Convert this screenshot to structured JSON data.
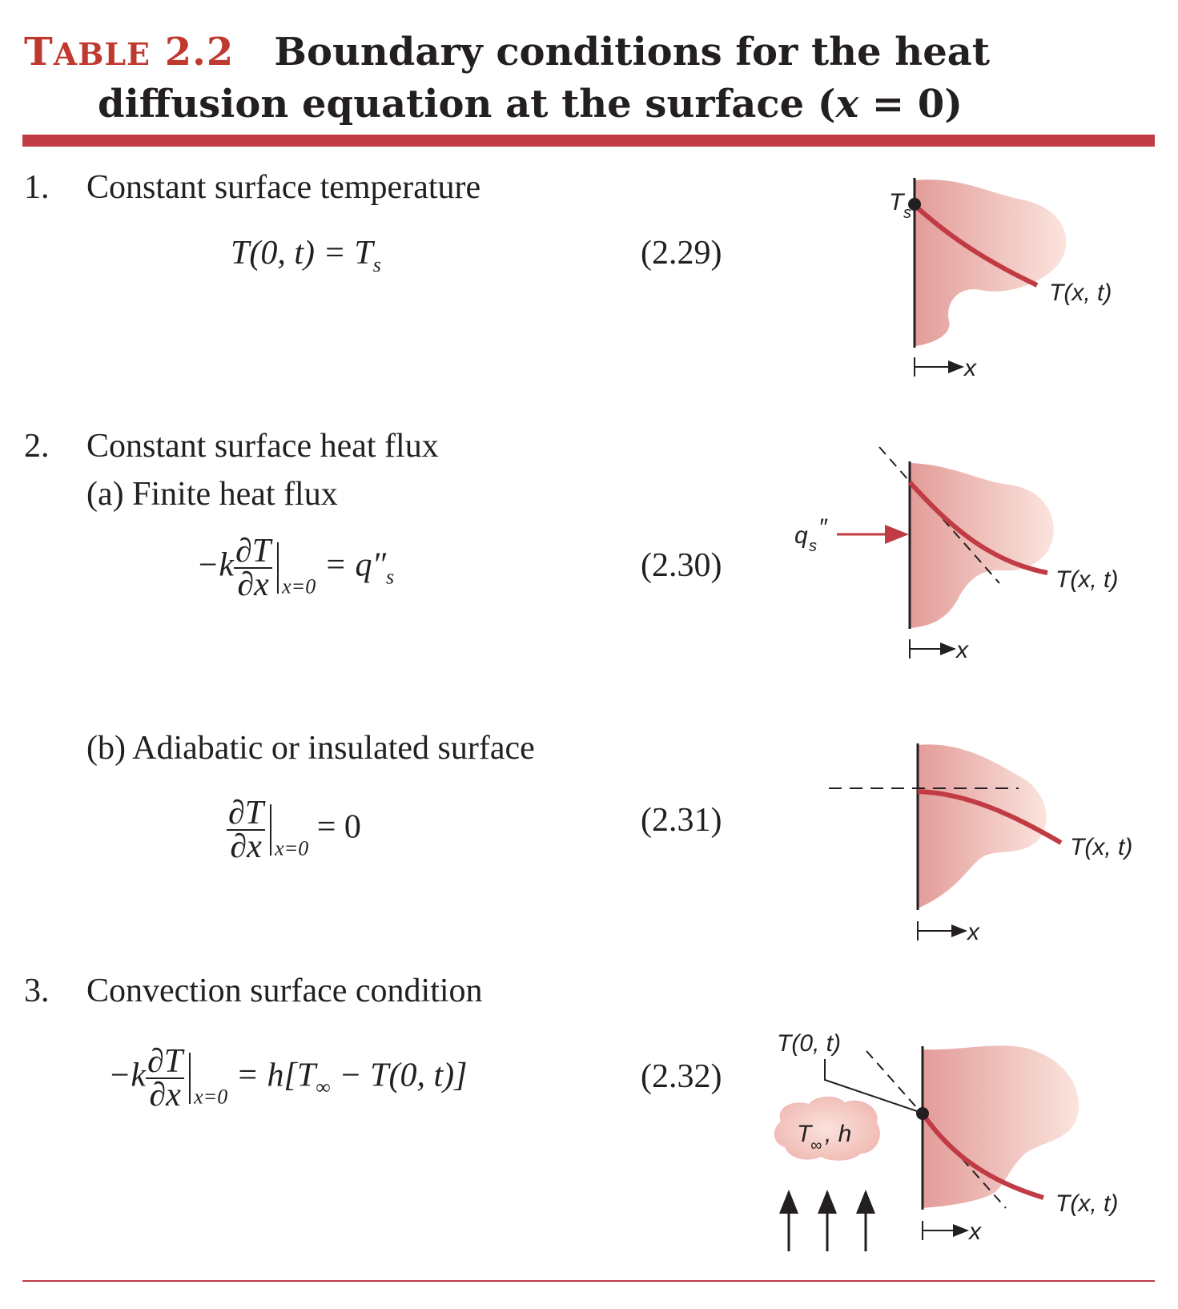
{
  "title": {
    "label_first": "T",
    "label_rest": "ABLE",
    "label_num": "2.2",
    "line1": "Boundary conditions for the heat",
    "line2_pre": "diffusion equation at the surface (",
    "line2_var": "x",
    "line2_post": " = 0)"
  },
  "items": [
    {
      "num": "1.",
      "heading": "Constant surface temperature",
      "eq_text": "T(0, t) = T",
      "eq_sub": "s",
      "eq_no": "(2.29)",
      "diagram": {
        "ts_label": "T",
        "ts_sub": "s",
        "curve_label": "T(x, t)",
        "axis_label": "x"
      }
    },
    {
      "num": "2.",
      "heading": "Constant surface heat flux",
      "sub_a": "(a)  Finite heat flux",
      "eq_a_pre": "−k",
      "eq_a_frac_top": "∂T",
      "eq_a_frac_bot": "∂x",
      "eq_a_eval": "x=0",
      "eq_a_post": " = q″",
      "eq_a_sub": "s",
      "eq_a_no": "(2.30)",
      "diagram_a": {
        "q_label": "q",
        "q_sub": "s",
        "q_prime": "″",
        "curve_label": "T(x, t)",
        "axis_label": "x"
      },
      "sub_b": "(b)  Adiabatic or insulated surface",
      "eq_b_frac_top": "∂T",
      "eq_b_frac_bot": "∂x",
      "eq_b_eval": "x=0",
      "eq_b_post": " = 0",
      "eq_b_no": "(2.31)",
      "diagram_b": {
        "curve_label": "T(x, t)",
        "axis_label": "x"
      }
    },
    {
      "num": "3.",
      "heading": "Convection surface condition",
      "eq_pre": "−k",
      "eq_frac_top": "∂T",
      "eq_frac_bot": "∂x",
      "eq_eval": "x=0",
      "eq_post1": " = h[T",
      "eq_sub": "∞",
      "eq_post2": " − T(0, t)]",
      "eq_no": "(2.32)",
      "diagram": {
        "t0_label": "T(0, t)",
        "fluid_label": "T",
        "fluid_sub": "∞",
        "fluid_post": ", h",
        "curve_label": "T(x, t)",
        "axis_label": "x"
      }
    }
  ],
  "colors": {
    "accent": "#c13b44",
    "solid_fill": "#e8a7a3",
    "text": "#231f20"
  }
}
